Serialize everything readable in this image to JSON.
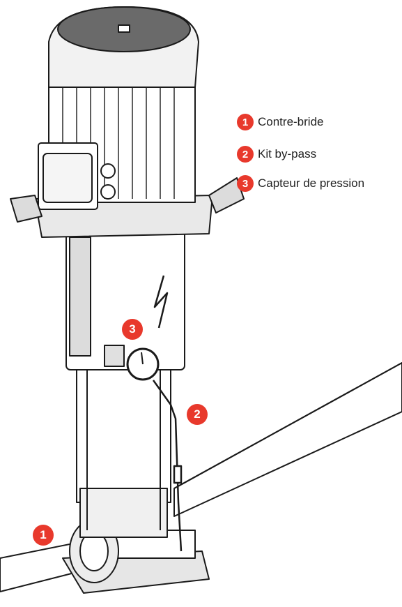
{
  "colors": {
    "badge": "#e8392c",
    "line": "#1a1a1a",
    "fill": "#ffffff",
    "shade": "#cfcfcf"
  },
  "legend": [
    {
      "num": "1",
      "label": "Contre-bride"
    },
    {
      "num": "2",
      "label": "Kit by-pass"
    },
    {
      "num": "3",
      "label": "Capteur de pression"
    }
  ],
  "callouts": {
    "c1": "1",
    "c2": "2",
    "c3": "3"
  },
  "icons": [
    "pump-motor-icon",
    "pressure-gauge-icon",
    "pipe-icon",
    "bypass-tube-icon",
    "counter-flange-icon"
  ]
}
